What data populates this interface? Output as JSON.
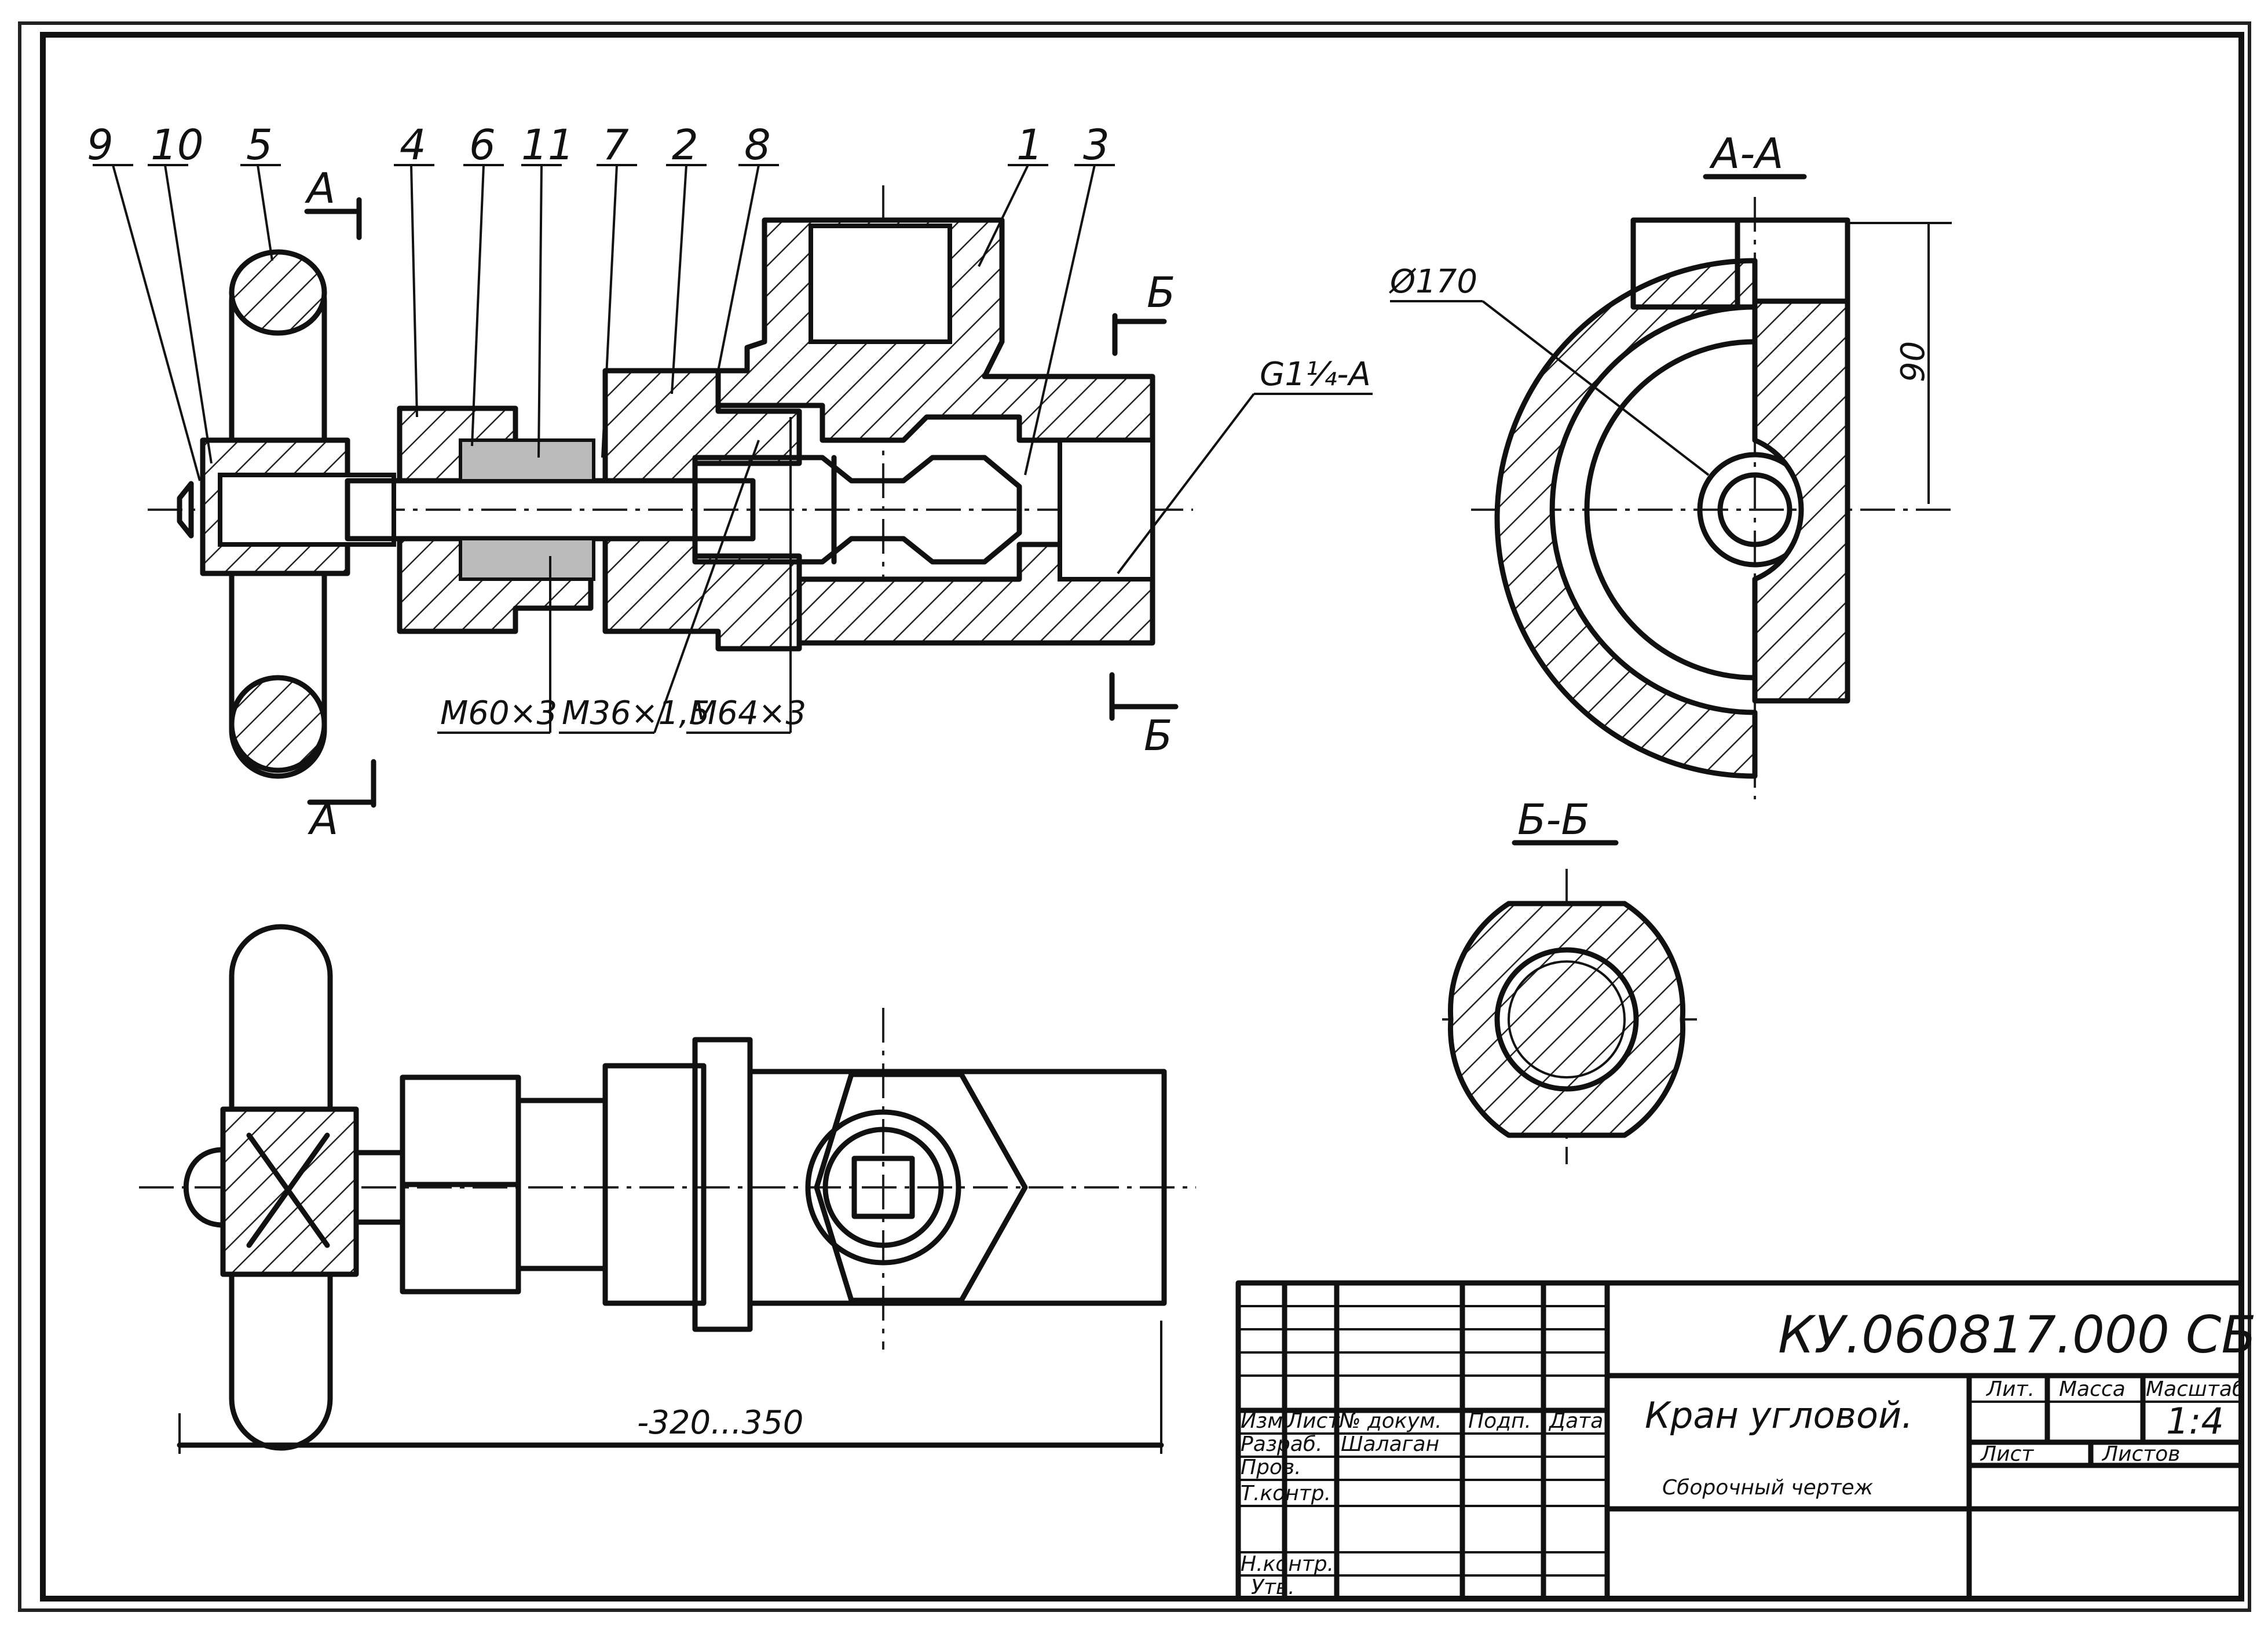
{
  "leaders": [
    "9",
    "10",
    "5",
    "4",
    "6",
    "11",
    "7",
    "2",
    "8",
    "1",
    "3"
  ],
  "section_marks": {
    "a": "А",
    "b": "Б"
  },
  "view_titles": {
    "section_aa": "А-А",
    "section_bb": "Б-Б"
  },
  "dimensions": {
    "thread_m60": "M60×3",
    "thread_m36": "M36×1,5",
    "thread_m64": "M64×3",
    "pipe_thread": "G1¼-A",
    "diameter": "Ø170",
    "height": "90",
    "overall_length": "-320...350"
  },
  "title_block": {
    "designation": "КУ.060817.000 СБ",
    "name": "Кран угловой.",
    "doc_type": "Сборочный чертеж",
    "col_headers": [
      "Изм",
      "Лист",
      "№ докум.",
      "Подп.",
      "Дата"
    ],
    "rows": [
      "Разраб.",
      "Пров.",
      "Т.контр.",
      "Н.контр.",
      "Утв."
    ],
    "developer": "Шалаган",
    "lit_label": "Лит.",
    "mass_label": "Масса",
    "scale_label": "Масштаб",
    "scale_value": "1:4",
    "sheet_label": "Лист",
    "sheets_label": "Листов"
  }
}
